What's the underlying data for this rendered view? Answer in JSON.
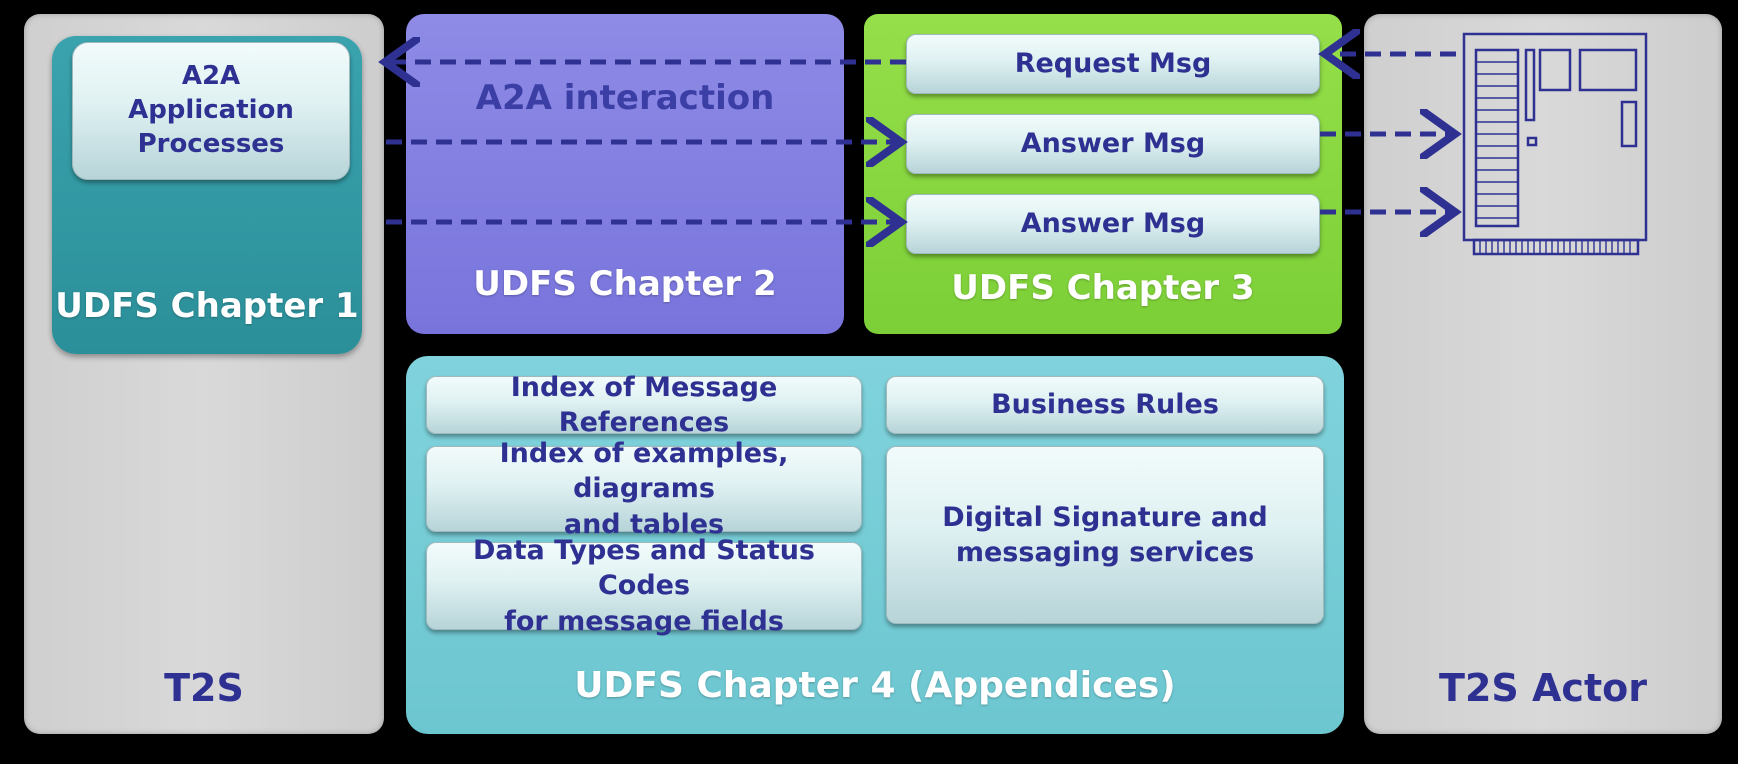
{
  "t2s": {
    "label": "T2S"
  },
  "chapter1": {
    "label": "UDFS Chapter 1",
    "process_box": {
      "line1": "A2A",
      "line2": "Application",
      "line3": "Processes"
    }
  },
  "chapter2": {
    "label": "UDFS Chapter 2",
    "interaction_label": "A2A interaction"
  },
  "chapter3": {
    "label": "UDFS Chapter 3",
    "messages": [
      "Request Msg",
      "Answer Msg",
      "Answer Msg"
    ]
  },
  "t2s_actor": {
    "label": "T2S Actor",
    "device_icon": "computer-server-icon"
  },
  "chapter4": {
    "label": "UDFS Chapter 4 (Appendices)",
    "index_message_refs": "Index of Message References",
    "business_rules": "Business Rules",
    "index_examples": {
      "line1": "Index of examples, diagrams",
      "line2": "and tables"
    },
    "data_types": {
      "line1": "Data Types and Status Codes",
      "line2": "for message fields"
    },
    "digital_signature": {
      "line1": "Digital Signature and",
      "line2": "messaging services"
    }
  },
  "colors": {
    "navy_text": "#2e3192",
    "t2s_panel": "#d3d3d3",
    "chapter1": "#2f96a0",
    "chapter2": "#7f7be0",
    "chapter3": "#86d63f",
    "chapter4": "#75cbd5",
    "arrow": "#2e3192"
  }
}
